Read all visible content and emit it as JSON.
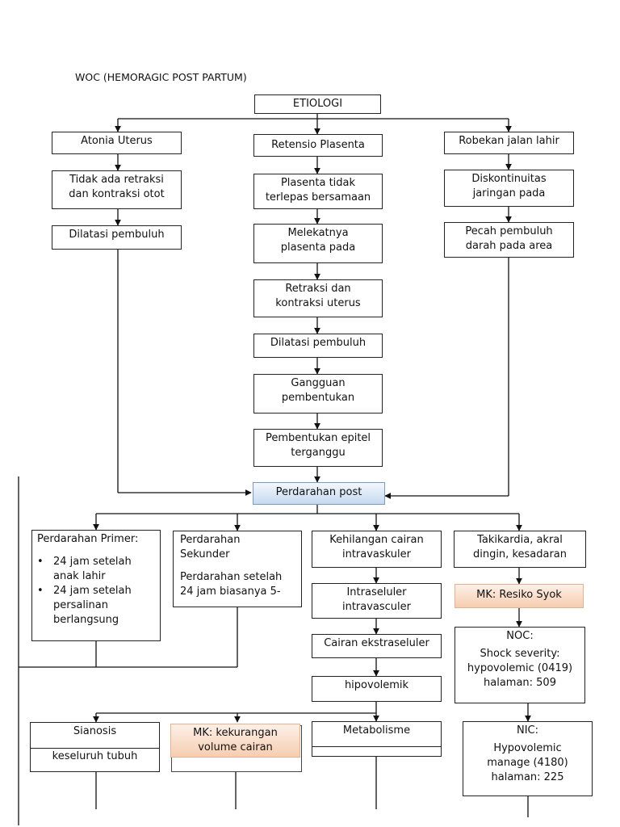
{
  "title": "WOC (HEMORAGIC POST PARTUM)",
  "nodes": {
    "etiologi": "ETIOLOGI",
    "atonia": "Atonia Uterus",
    "retensio": "Retensio Plasenta",
    "robekan": "Robekan jalan lahir",
    "tidak_ada_retraksi": [
      "Tidak ada retraksi",
      "dan kontraksi otot"
    ],
    "plasenta_tidak": [
      "Plasenta tidak",
      "terlepas bersamaan"
    ],
    "diskontinuitas": [
      "Diskontinuitas",
      "jaringan pada"
    ],
    "dilatasi_kiri": "Dilatasi pembuluh",
    "melekatnya": [
      "Melekatnya",
      "plasenta pada"
    ],
    "pecah": [
      "Pecah pembuluh",
      "darah pada area"
    ],
    "retraksi_kontraksi": [
      "Retraksi dan",
      "kontraksi uterus"
    ],
    "dilatasi_tengah": "Dilatasi pembuluh",
    "gangguan": [
      "Gangguan",
      "pembentukan"
    ],
    "pembentukan_epitel": [
      "Pembentukan epitel",
      "terganggu"
    ],
    "perdarahan_post": "Perdarahan post",
    "perdarahan_primer": {
      "heading": "Perdarahan Primer:",
      "bullets": [
        [
          "24 jam setelah",
          "anak lahir"
        ],
        [
          "24 jam setelah",
          "persalinan",
          "berlangsung"
        ]
      ]
    },
    "perdarahan_sekunder": {
      "heading": [
        "Perdarahan",
        "Sekunder"
      ],
      "body": [
        "Perdarahan setelah",
        "24 jam biasanya 5-"
      ]
    },
    "kehilangan": [
      "Kehilangan cairan",
      "intravaskuler"
    ],
    "takikardia": [
      "Takikardia, akral",
      "dingin, kesadaran"
    ],
    "intraseluler": [
      "Intraseluler",
      "intravasculer"
    ],
    "mk_syok": "MK: Resiko Syok",
    "cairan_ekstra": "Cairan ekstraseluler",
    "noc": [
      "NOC:",
      "",
      "Shock severity:",
      "hypovolemic (0419)",
      "halaman: 509"
    ],
    "hipovolemik": "hipovolemik",
    "sianosis": "Sianosis",
    "sianosis_sub": "keseluruh tubuh",
    "mk_kekurangan": [
      "MK: kekurangan",
      "volume cairan"
    ],
    "metabolisme": "Metabolisme",
    "nic": [
      "NIC:",
      "",
      "Hypovolemic",
      "manage (4180)",
      "halaman: 225"
    ]
  }
}
